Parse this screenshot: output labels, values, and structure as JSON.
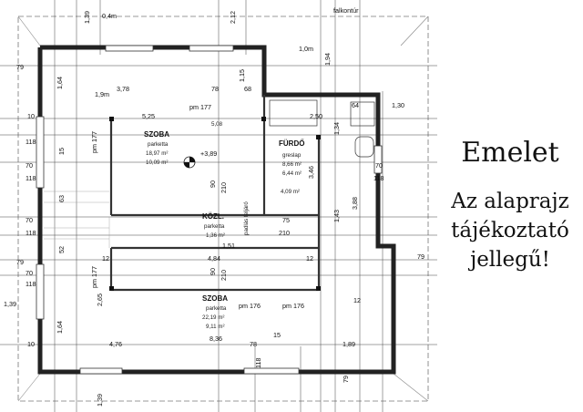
{
  "rooms": {
    "top": {
      "name": "SZOBA",
      "floor": "parketta",
      "area1": "18,97 m²",
      "area2": "10,09 m²",
      "level": "+3,89"
    },
    "bath": {
      "name": "FÜRDŐ",
      "floor": "greslap",
      "area1": "8,66 m²",
      "area2": "6,44 m²",
      "area3": "4,09 m²"
    },
    "hall": {
      "name": "KÖZL.",
      "floor": "parketta",
      "area1": "1,36 m²"
    },
    "bottom": {
      "name": "SZOBA",
      "floor": "parketta",
      "area1": "22,19 m²",
      "area2": "9,11 m²"
    }
  },
  "labels": {
    "falkontur": "falkontúr",
    "padlas": "padlás feljáró",
    "d_04m": "0,4m",
    "d_10m": "1,0m",
    "d_19m": "1,9m",
    "d_139": "1,39",
    "d_212": "2,12",
    "d_79": "79",
    "d_164": "1,64",
    "d_378": "3,78",
    "d_78": "78",
    "d_68": "68",
    "d_115": "1,15",
    "d_194": "1,94",
    "pm177": "pm 177",
    "pm176": "pm 176",
    "d_10": "10",
    "d_118": "118",
    "d_70": "70",
    "d_15": "15",
    "d_63": "63",
    "d_52": "52",
    "d_525": "5,25",
    "d_508": "5,08",
    "d_250": "2,50",
    "d_64": "64",
    "d_130": "1,30",
    "d_134": "1,34",
    "d_346": "3,46",
    "d_388": "3,88",
    "d_143": "1,43",
    "d_12": "12",
    "d_90": "90",
    "d_210": "210",
    "d_75": "75",
    "d_484": "4,84",
    "d_151": "1,51",
    "d_265": "2,65",
    "d_476": "4,76",
    "d_836": "8,36",
    "d_189": "1,89"
  },
  "side": {
    "title": "Emelet",
    "line1": "Az alaprajz",
    "line2": "tájékoztató",
    "line3": "jellegű!"
  }
}
